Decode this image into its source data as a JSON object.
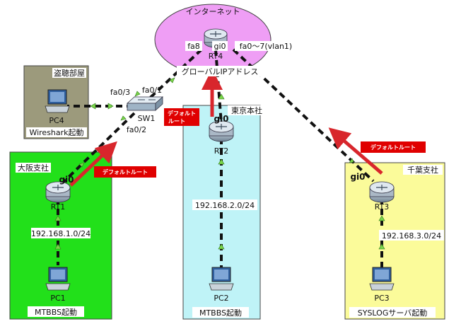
{
  "internet": {
    "title": "インターネット",
    "port_fa8": "fa8",
    "port_gi0": "gi0",
    "port_fa0_7": "fa0〜7(vlan1)",
    "router": "RT4",
    "global_ip": "グローバルIPアドレス"
  },
  "tapping_room": {
    "title": "盗聴部屋",
    "pc": "PC4",
    "caption": "Wireshark起動"
  },
  "switch": {
    "name": "SW1",
    "port_fa03": "fa0/3",
    "port_fa01": "fa0/1",
    "port_fa02": "fa0/2"
  },
  "osaka": {
    "title": "大阪支社",
    "router": "RT1",
    "port": "gi0",
    "network": "192.168.1.0/24",
    "pc": "PC1",
    "caption": "MTBBS起動",
    "default_route": "デフォルトルート"
  },
  "tokyo": {
    "title": "東京本社",
    "router": "RT2",
    "port": "gi0",
    "network": "192.168.2.0/24",
    "pc": "PC2",
    "caption": "MTBBS起動",
    "default_route_1": "デフォルト",
    "default_route_2": "ルート"
  },
  "chiba": {
    "title": "千葉支社",
    "router": "RT3",
    "port": "gi0",
    "network": "192.168.3.0/24",
    "pc": "PC3",
    "caption": "SYSLOGサーバ起動",
    "default_route": "デフォルトルート"
  },
  "colors": {
    "osaka_bg": "#22e01a",
    "tokyo_bg": "#bff3f7",
    "chiba_bg": "#fbfb9a",
    "tapping_bg": "#9c9a7c",
    "internet_bg": "#ef9ef5",
    "link_dot": "#7bd64a",
    "route_arrow": "#d8262c",
    "label_red": "#e00000"
  }
}
